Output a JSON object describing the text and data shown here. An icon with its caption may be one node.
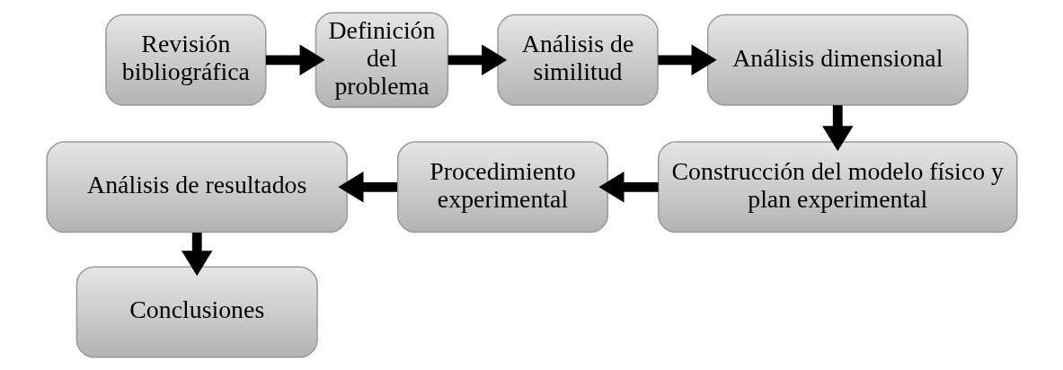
{
  "diagram": {
    "nodes": [
      {
        "text": [
          "Revisión bibliográfica"
        ]
      },
      {
        "text": [
          "Definición del problema"
        ]
      },
      {
        "text": [
          "Análisis de similitud"
        ]
      },
      {
        "text": [
          "Análisis dimensional"
        ]
      },
      {
        "text": [
          "Construcción del modelo físico y plan experimental"
        ]
      },
      {
        "text": [
          "Procedimiento experimental"
        ]
      },
      {
        "text": [
          "Análisis de resultados"
        ]
      },
      {
        "text": [
          "Conclusiones"
        ]
      }
    ],
    "edges": [
      {
        "from": 0,
        "to": 1,
        "arrow": "to"
      },
      {
        "from": 1,
        "to": 2,
        "arrow": "to"
      },
      {
        "from": 2,
        "to": 3,
        "arrow": "to"
      },
      {
        "from": 3,
        "to": 4,
        "arrow": "to"
      },
      {
        "from": 4,
        "to": 5,
        "arrow": "to"
      },
      {
        "from": 5,
        "to": 6,
        "arrow": "to"
      },
      {
        "from": 6,
        "to": 7,
        "arrow": "to"
      }
    ]
  }
}
